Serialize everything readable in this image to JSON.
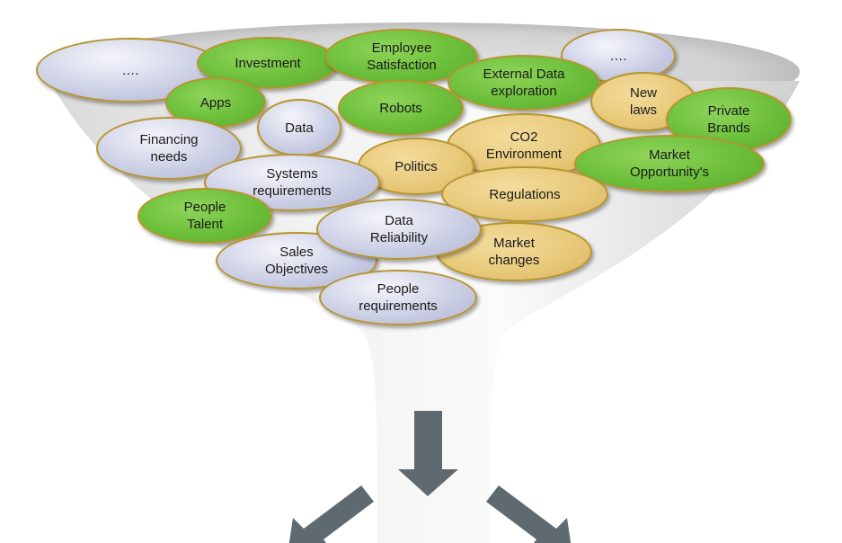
{
  "colors": {
    "green": "#6cbf3a",
    "grey": "#c9cde3",
    "tan": "#e7c878",
    "arrow": "#5f6a70",
    "border": "#b8952e"
  },
  "bubbles": [
    {
      "id": "ellipsis-left",
      "label": "….",
      "color": "grey"
    },
    {
      "id": "investment",
      "label": "Investment",
      "color": "green"
    },
    {
      "id": "employee-satisfaction",
      "label": "Employee\nSatisfaction",
      "color": "green"
    },
    {
      "id": "ellipsis-right",
      "label": "….",
      "color": "grey"
    },
    {
      "id": "external-data-exploration",
      "label": "External Data\nexploration",
      "color": "green"
    },
    {
      "id": "apps",
      "label": "Apps",
      "color": "green"
    },
    {
      "id": "data",
      "label": "Data",
      "color": "grey"
    },
    {
      "id": "robots",
      "label": "Robots",
      "color": "green"
    },
    {
      "id": "new-laws",
      "label": "New\nlaws",
      "color": "tan"
    },
    {
      "id": "private-brands",
      "label": "Private\nBrands",
      "color": "green"
    },
    {
      "id": "financing-needs",
      "label": "Financing\nneeds",
      "color": "grey"
    },
    {
      "id": "co2-environment",
      "label": "CO2\nEnvironment",
      "color": "tan"
    },
    {
      "id": "market-opportunitys",
      "label": "Market\nOpportunity's",
      "color": "green"
    },
    {
      "id": "politics",
      "label": "Politics",
      "color": "tan"
    },
    {
      "id": "regulations",
      "label": "Regulations",
      "color": "tan"
    },
    {
      "id": "systems-requirements",
      "label": "Systems\nrequirements",
      "color": "grey"
    },
    {
      "id": "people-talent",
      "label": "People\nTalent",
      "color": "green"
    },
    {
      "id": "market-changes",
      "label": "Market\nchanges",
      "color": "tan"
    },
    {
      "id": "sales-objectives",
      "label": "Sales\nObjectives",
      "color": "grey"
    },
    {
      "id": "data-reliability",
      "label": "Data\nReliability",
      "color": "grey"
    },
    {
      "id": "people-requirements",
      "label": "People\nrequirements",
      "color": "grey"
    }
  ]
}
